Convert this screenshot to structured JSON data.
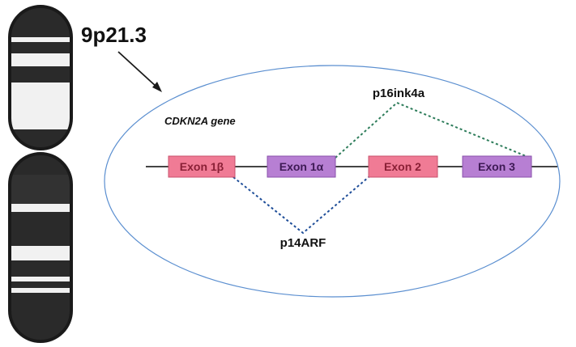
{
  "locus": "9p21.3",
  "gene": "CDKN2A gene",
  "exons": [
    {
      "label": "Exon 1β",
      "fill": "#f07b95",
      "stroke": "#c9506c",
      "text_color": "#8a2036"
    },
    {
      "label": "Exon 1α",
      "fill": "#b77fd3",
      "stroke": "#8a52ab",
      "text_color": "#3e1a55"
    },
    {
      "label": "Exon 2",
      "fill": "#f07b95",
      "stroke": "#c9506c",
      "text_color": "#8a2036"
    },
    {
      "label": "Exon 3",
      "fill": "#b77fd3",
      "stroke": "#8a52ab",
      "text_color": "#3e1a55"
    }
  ],
  "transcripts": {
    "p16": {
      "label": "p16ink4a",
      "color": "#2e7d5b"
    },
    "p14": {
      "label": "p14ARF",
      "color": "#1f4e99"
    }
  },
  "colors": {
    "ellipse_stroke": "#5b8fd0",
    "gene_line": "#444444",
    "chromosome_outline": "#1a1a1a",
    "band_dark": "#2a2a2a",
    "band_light": "#f1f1f1"
  }
}
